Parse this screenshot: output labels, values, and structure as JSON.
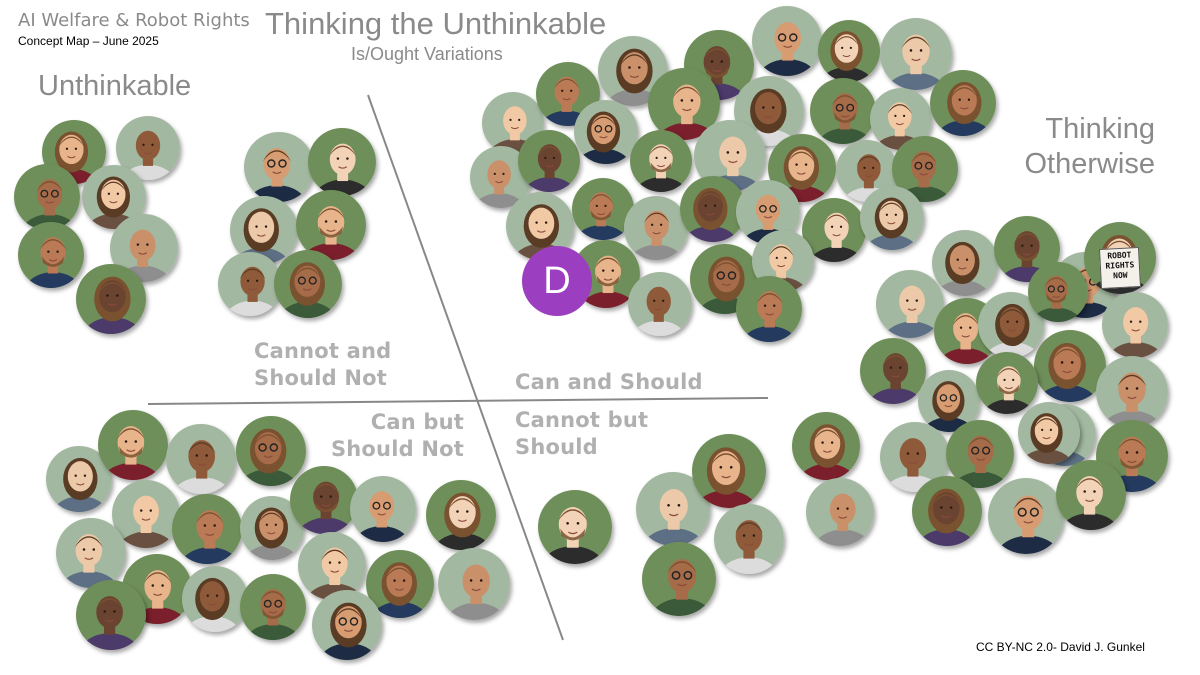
{
  "header": {
    "title": "AI Welfare & Robot Rights",
    "subtitle": "Concept Map – June 2025"
  },
  "map": {
    "title": "Thinking the Unthinkable",
    "subtitle": "Is/Ought Variations",
    "region_left": "Unthinkable",
    "region_right_line1": "Thinking",
    "region_right_line2": "Otherwise"
  },
  "quadrants": {
    "q1_line1": "Cannot and",
    "q1_line2": "Should Not",
    "q2": "Can and Should",
    "q3_line1": "Can but",
    "q3_line2": "Should Not",
    "q4_line1": "Cannot but",
    "q4_line2": "Should"
  },
  "placeholder_letter": "D",
  "sign_text": "ROBOT RIGHTS NOW",
  "credit": "CC BY-NC 2.0- David J. Gunkel",
  "colors": {
    "heading_gray": "#8a8a8a",
    "quadrant_gray": "#b0b0b0",
    "axis_gray": "#888888",
    "avatar_purple": "#9b3fc0"
  }
}
